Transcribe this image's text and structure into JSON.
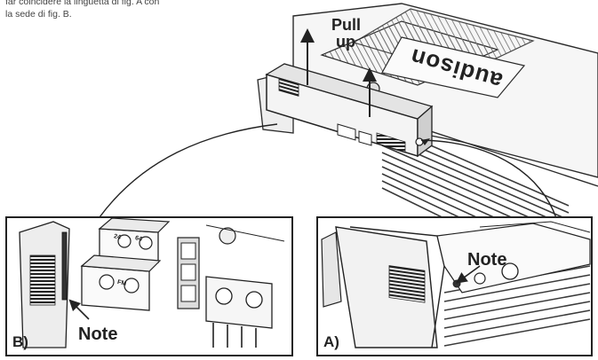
{
  "caption": {
    "lines": [
      "far coincidere la linguetta di fig. A con",
      "la sede di fig. B."
    ]
  },
  "main_figure": {
    "brand_text": "audison",
    "pull_label_line1": "Pull",
    "pull_label_line2": "up"
  },
  "inset_b": {
    "panel_label": "B)",
    "note_label": "Note",
    "terminal_marks": [
      "24",
      "64",
      "FM"
    ]
  },
  "inset_a": {
    "panel_label": "A)",
    "note_label": "Note"
  },
  "colors": {
    "line": "#2a2a2a",
    "shade": "#555555",
    "light_fill": "#f2f2f2",
    "dark_fill": "#3a3a3a"
  },
  "icons": [
    "arrow-up-icon",
    "arrow-pointer-icon"
  ]
}
